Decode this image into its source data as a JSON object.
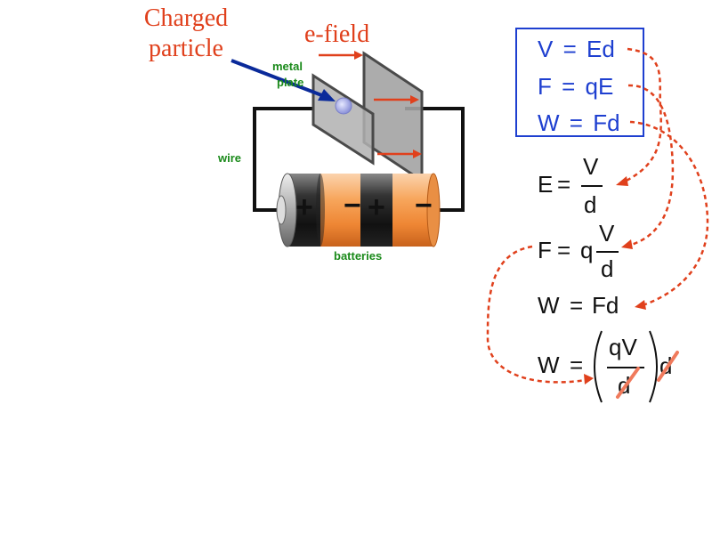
{
  "labels": {
    "charged_particle_line1": "Charged",
    "charged_particle_line2": "particle",
    "e_field": "e-field",
    "metal_plate_line1": "metal",
    "metal_plate_line2": "plate",
    "wire": "wire",
    "batteries": "batteries",
    "plus": "+",
    "minus": "−"
  },
  "box_equations": [
    {
      "lhs": "V",
      "rhs": "Ed"
    },
    {
      "lhs": "F",
      "rhs": "qE"
    },
    {
      "lhs": "W",
      "rhs": "Fd"
    }
  ],
  "derived": {
    "e_lhs": "E",
    "e_num": "V",
    "e_den": "d",
    "f_lhs": "F",
    "f_coef": "q",
    "f_num": "V",
    "f_den": "d",
    "w_lhs": "W",
    "w_rhs": "Fd",
    "w2_lhs": "W",
    "w2_num": "qV",
    "w2_den": "d",
    "w2_tail": "d"
  },
  "symbols": {
    "equals": "="
  },
  "colors": {
    "accent_red": "#e0401c",
    "box_blue": "#1e3fd0",
    "arrow_navy": "#0a2a9a",
    "label_green": "#1a8a1a",
    "battery_orange": "#f08a3a",
    "plate_gray": "#9a9a9a"
  }
}
